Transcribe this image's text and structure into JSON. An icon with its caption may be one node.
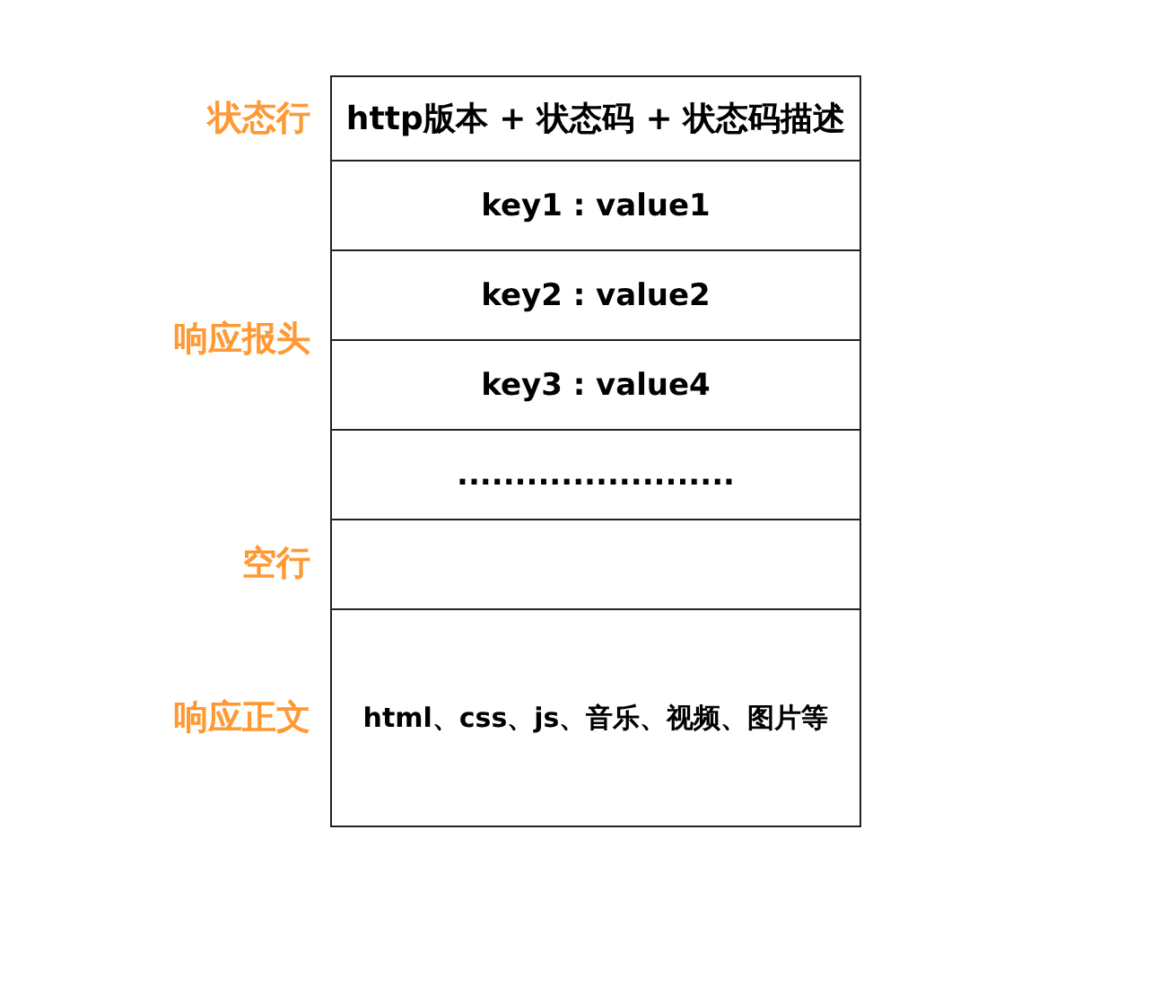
{
  "diagram": {
    "nodes": [
      {
        "text": [
          "http版本 + 状态码 + 状态码描述"
        ]
      },
      {
        "text": [
          "key1 : value1"
        ]
      },
      {
        "text": [
          "key2 : value2"
        ]
      },
      {
        "text": [
          "key3 : value4"
        ]
      },
      {
        "text": [
          "........................"
        ]
      },
      {
        "text": [],
        "shape": "box"
      },
      {
        "text": [
          "html、css、js、音乐、视频、图片等"
        ]
      }
    ],
    "edges": [],
    "labels": [
      "状态行",
      "响应报头",
      "空行",
      "响应正文"
    ]
  }
}
